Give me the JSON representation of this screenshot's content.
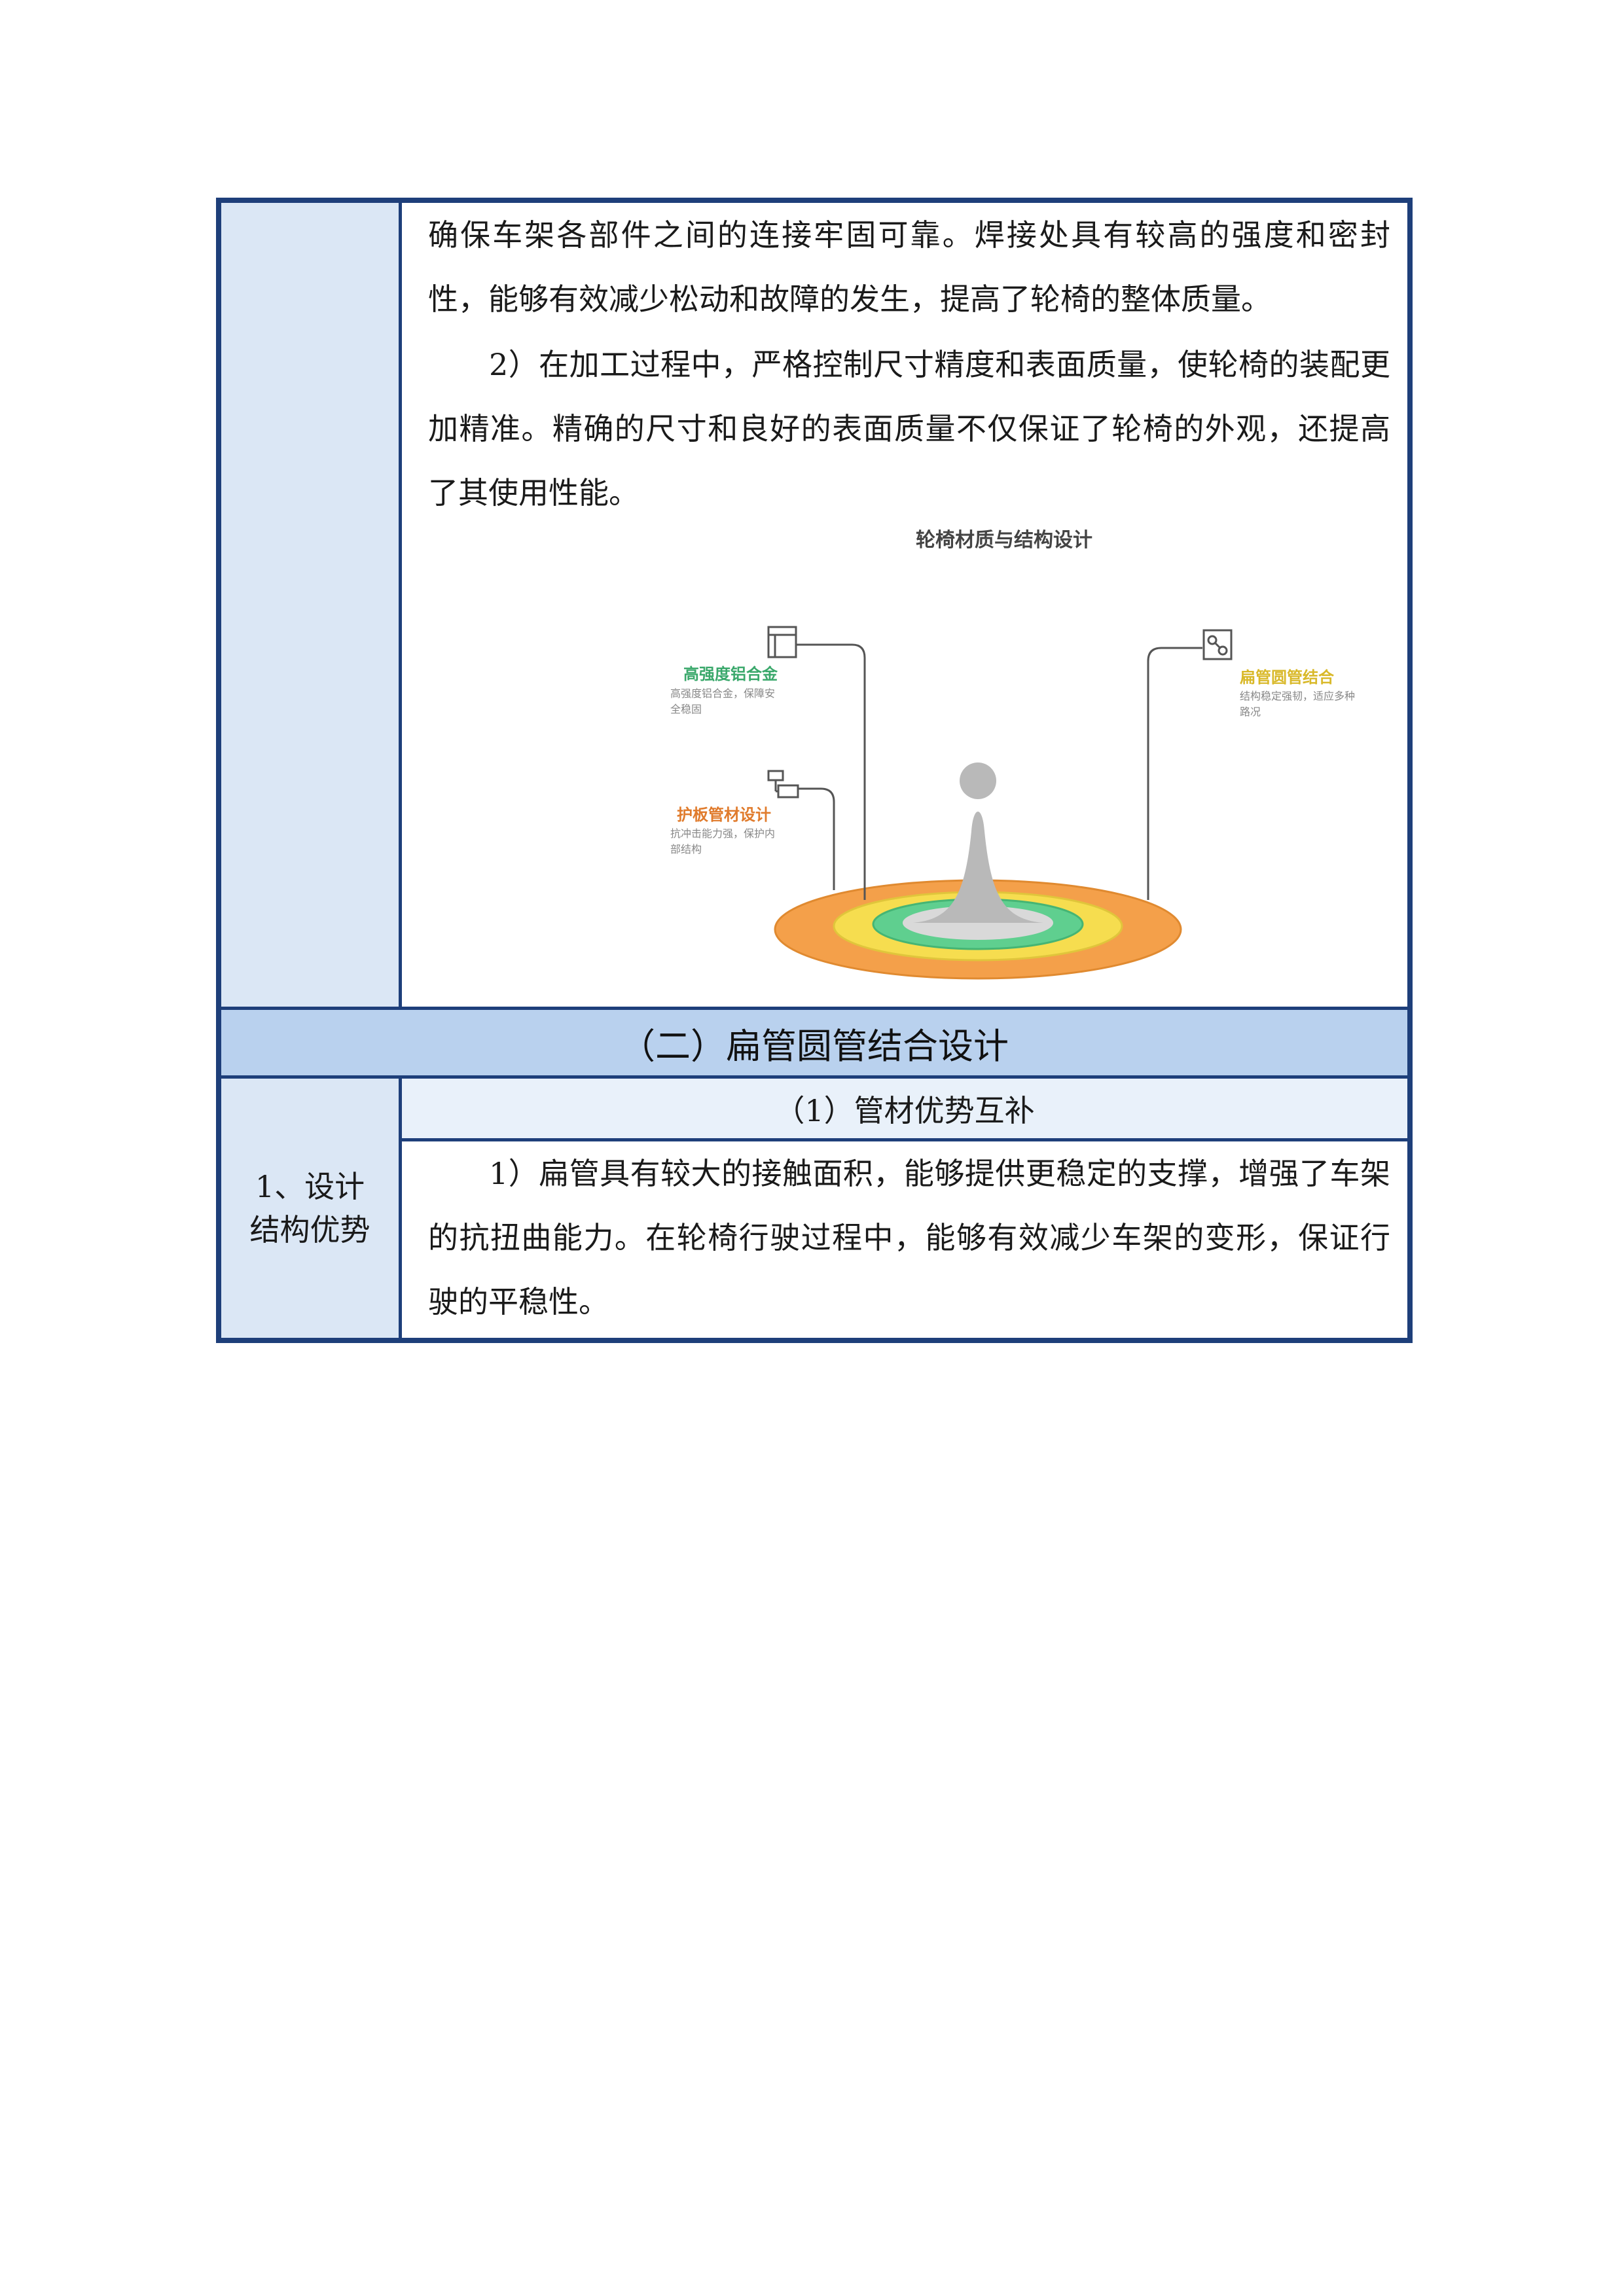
{
  "top_paragraphs": [
    "确保车架各部件之间的连接牢固可靠。焊接处具有较高的强度和密封性，能够有效减少松动和故障的发生，提高了轮椅的整体质量。",
    "　　2）在加工过程中，严格控制尺寸精度和表面质量，使轮椅的装配更加精准。精确的尺寸和良好的表面质量不仅保证了轮椅的外观，还提高了其使用性能。"
  ],
  "figure": {
    "title": "轮椅材质与结构设计",
    "label_high_strength": "高强度铝合金",
    "desc_high_strength": "高强度铝合金，保障安全稳固",
    "label_tube": "扁管圆管结合",
    "desc_tube": "结构稳定强韧，适应多种路况",
    "label_guard": "护板管材设计",
    "desc_guard": "抗冲击能力强，保护内部结构",
    "colors": {
      "orange": "#f4a04a",
      "yellow": "#f6dd4f",
      "green": "#5fcf8f",
      "gray": "#b9b9b9"
    }
  },
  "section_title": "（二）扁管圆管结合设计",
  "left_cell_label": "1、设计结构优势",
  "sub_title": "（1）管材优势互补",
  "bottom_paragraph": "　　1）扁管具有较大的接触面积，能够提供更稳定的支撑，增强了车架的抗扭曲能力。在轮椅行驶过程中，能够有效减少车架的变形，保证行驶的平稳性。"
}
